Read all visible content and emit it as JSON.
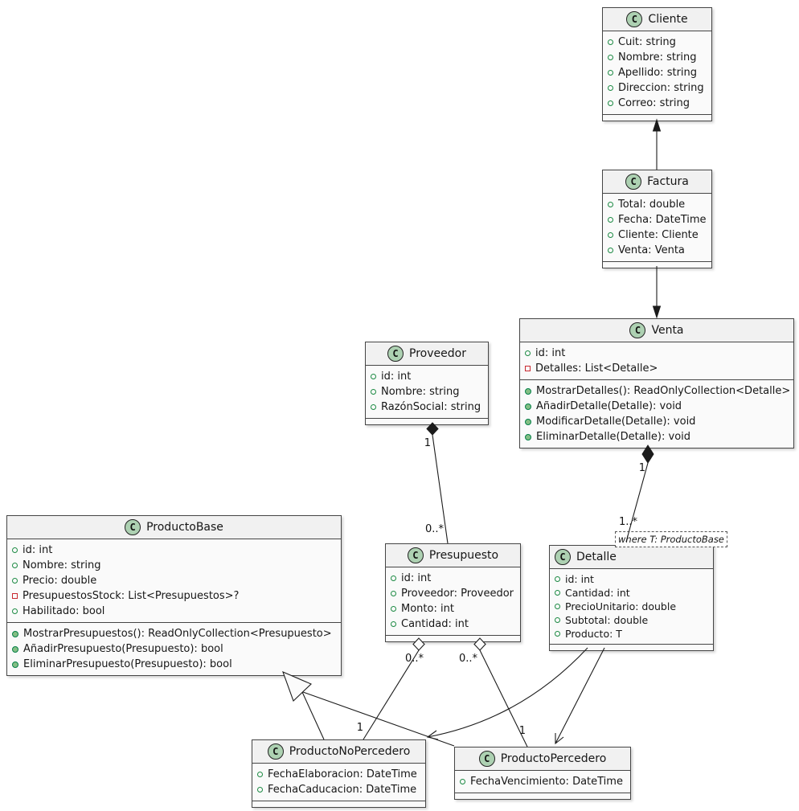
{
  "diagram_title": "UML class diagram - sales/products model",
  "badge": "C",
  "colors": {
    "box_bg": "#FAFAFA",
    "header_bg": "#F1F1F1",
    "border": "#454545",
    "badge_bg": "#ADD1B2",
    "edge": "#1b1b1b",
    "public_green": "#1C8A43",
    "private_red": "#C82930",
    "method_fill": "#84BE84"
  },
  "icons": {
    "class_badge": "circled-C-class-icon",
    "public_field": "open-green-circle",
    "private_field": "open-red-square",
    "public_method": "filled-green-circle"
  },
  "classes": {
    "cliente": {
      "name": "Cliente",
      "attributes": [
        "Cuit: string",
        "Nombre: string",
        "Apellido: string",
        "Direccion: string",
        "Correo: string"
      ],
      "methods": []
    },
    "factura": {
      "name": "Factura",
      "attributes": [
        "Total: double",
        "Fecha: DateTime",
        "Cliente: Cliente",
        "Venta: Venta"
      ],
      "methods": []
    },
    "venta": {
      "name": "Venta",
      "attributes": [
        "id: int",
        "Detalles: List<Detalle>"
      ],
      "methods": [
        "MostrarDetalles(): ReadOnlyCollection<Detalle>",
        "AñadirDetalle(Detalle): void",
        "ModificarDetalle(Detalle): void",
        "EliminarDetalle(Detalle): void"
      ]
    },
    "proveedor": {
      "name": "Proveedor",
      "attributes": [
        "id: int",
        "Nombre: string",
        "RazónSocial: string"
      ],
      "methods": []
    },
    "producto_base": {
      "name": "ProductoBase",
      "attributes": [
        "id: int",
        "Nombre: string",
        "Precio: double",
        "PresupuestosStock: List<Presupuestos>?",
        "Habilitado: bool"
      ],
      "methods": [
        "MostrarPresupuestos(): ReadOnlyCollection<Presupuesto>",
        "AñadirPresupuesto(Presupuesto): bool",
        "EliminarPresupuesto(Presupuesto): bool"
      ]
    },
    "presupuesto": {
      "name": "Presupuesto",
      "attributes": [
        "id: int",
        "Proveedor: Proveedor",
        "Monto: int",
        "Cantidad: int"
      ],
      "methods": []
    },
    "detalle": {
      "name": "Detalle",
      "generic_constraint": "where T: ProductoBase",
      "attributes": [
        "id: int",
        "Cantidad: int",
        "PrecioUnitario: double",
        "Subtotal: double",
        "Producto: T"
      ],
      "methods": []
    },
    "producto_no_percedero": {
      "name": "ProductoNoPercedero",
      "attributes": [
        "FechaElaboracion: DateTime",
        "FechaCaducacion: DateTime"
      ],
      "methods": []
    },
    "producto_percedero": {
      "name": "ProductoPercedero",
      "attributes": [
        "FechaVencimiento: DateTime"
      ],
      "methods": []
    }
  },
  "relationships": {
    "factura_cliente": {
      "type": "directed-association",
      "from": "Factura",
      "to": "Cliente"
    },
    "factura_venta": {
      "type": "directed-association",
      "from": "Factura",
      "to": "Venta"
    },
    "venta_detalle": {
      "type": "composition",
      "from": "Venta",
      "to": "Detalle",
      "source_label": "1",
      "target_label": "1..*"
    },
    "proveedor_presupuesto": {
      "type": "composition",
      "from": "Proveedor",
      "to": "Presupuesto",
      "source_label": "1",
      "target_label": "0..*"
    },
    "presupuesto_pnp": {
      "type": "aggregation",
      "from": "Presupuesto",
      "to": "ProductoNoPercedero",
      "source_label": "0..*",
      "target_label": "1"
    },
    "presupuesto_pp": {
      "type": "aggregation",
      "from": "Presupuesto",
      "to": "ProductoPercedero",
      "source_label": "0..*",
      "target_label": "1"
    },
    "pnp_base": {
      "type": "generalization",
      "from": "ProductoNoPercedero",
      "to": "ProductoBase"
    },
    "pp_base": {
      "type": "generalization",
      "from": "ProductoPercedero",
      "to": "ProductoBase"
    },
    "detalle_pnp": {
      "type": "directed-association",
      "from": "Detalle",
      "to": "ProductoNoPercedero"
    },
    "detalle_pp": {
      "type": "directed-association",
      "from": "Detalle",
      "to": "ProductoPercedero"
    }
  }
}
